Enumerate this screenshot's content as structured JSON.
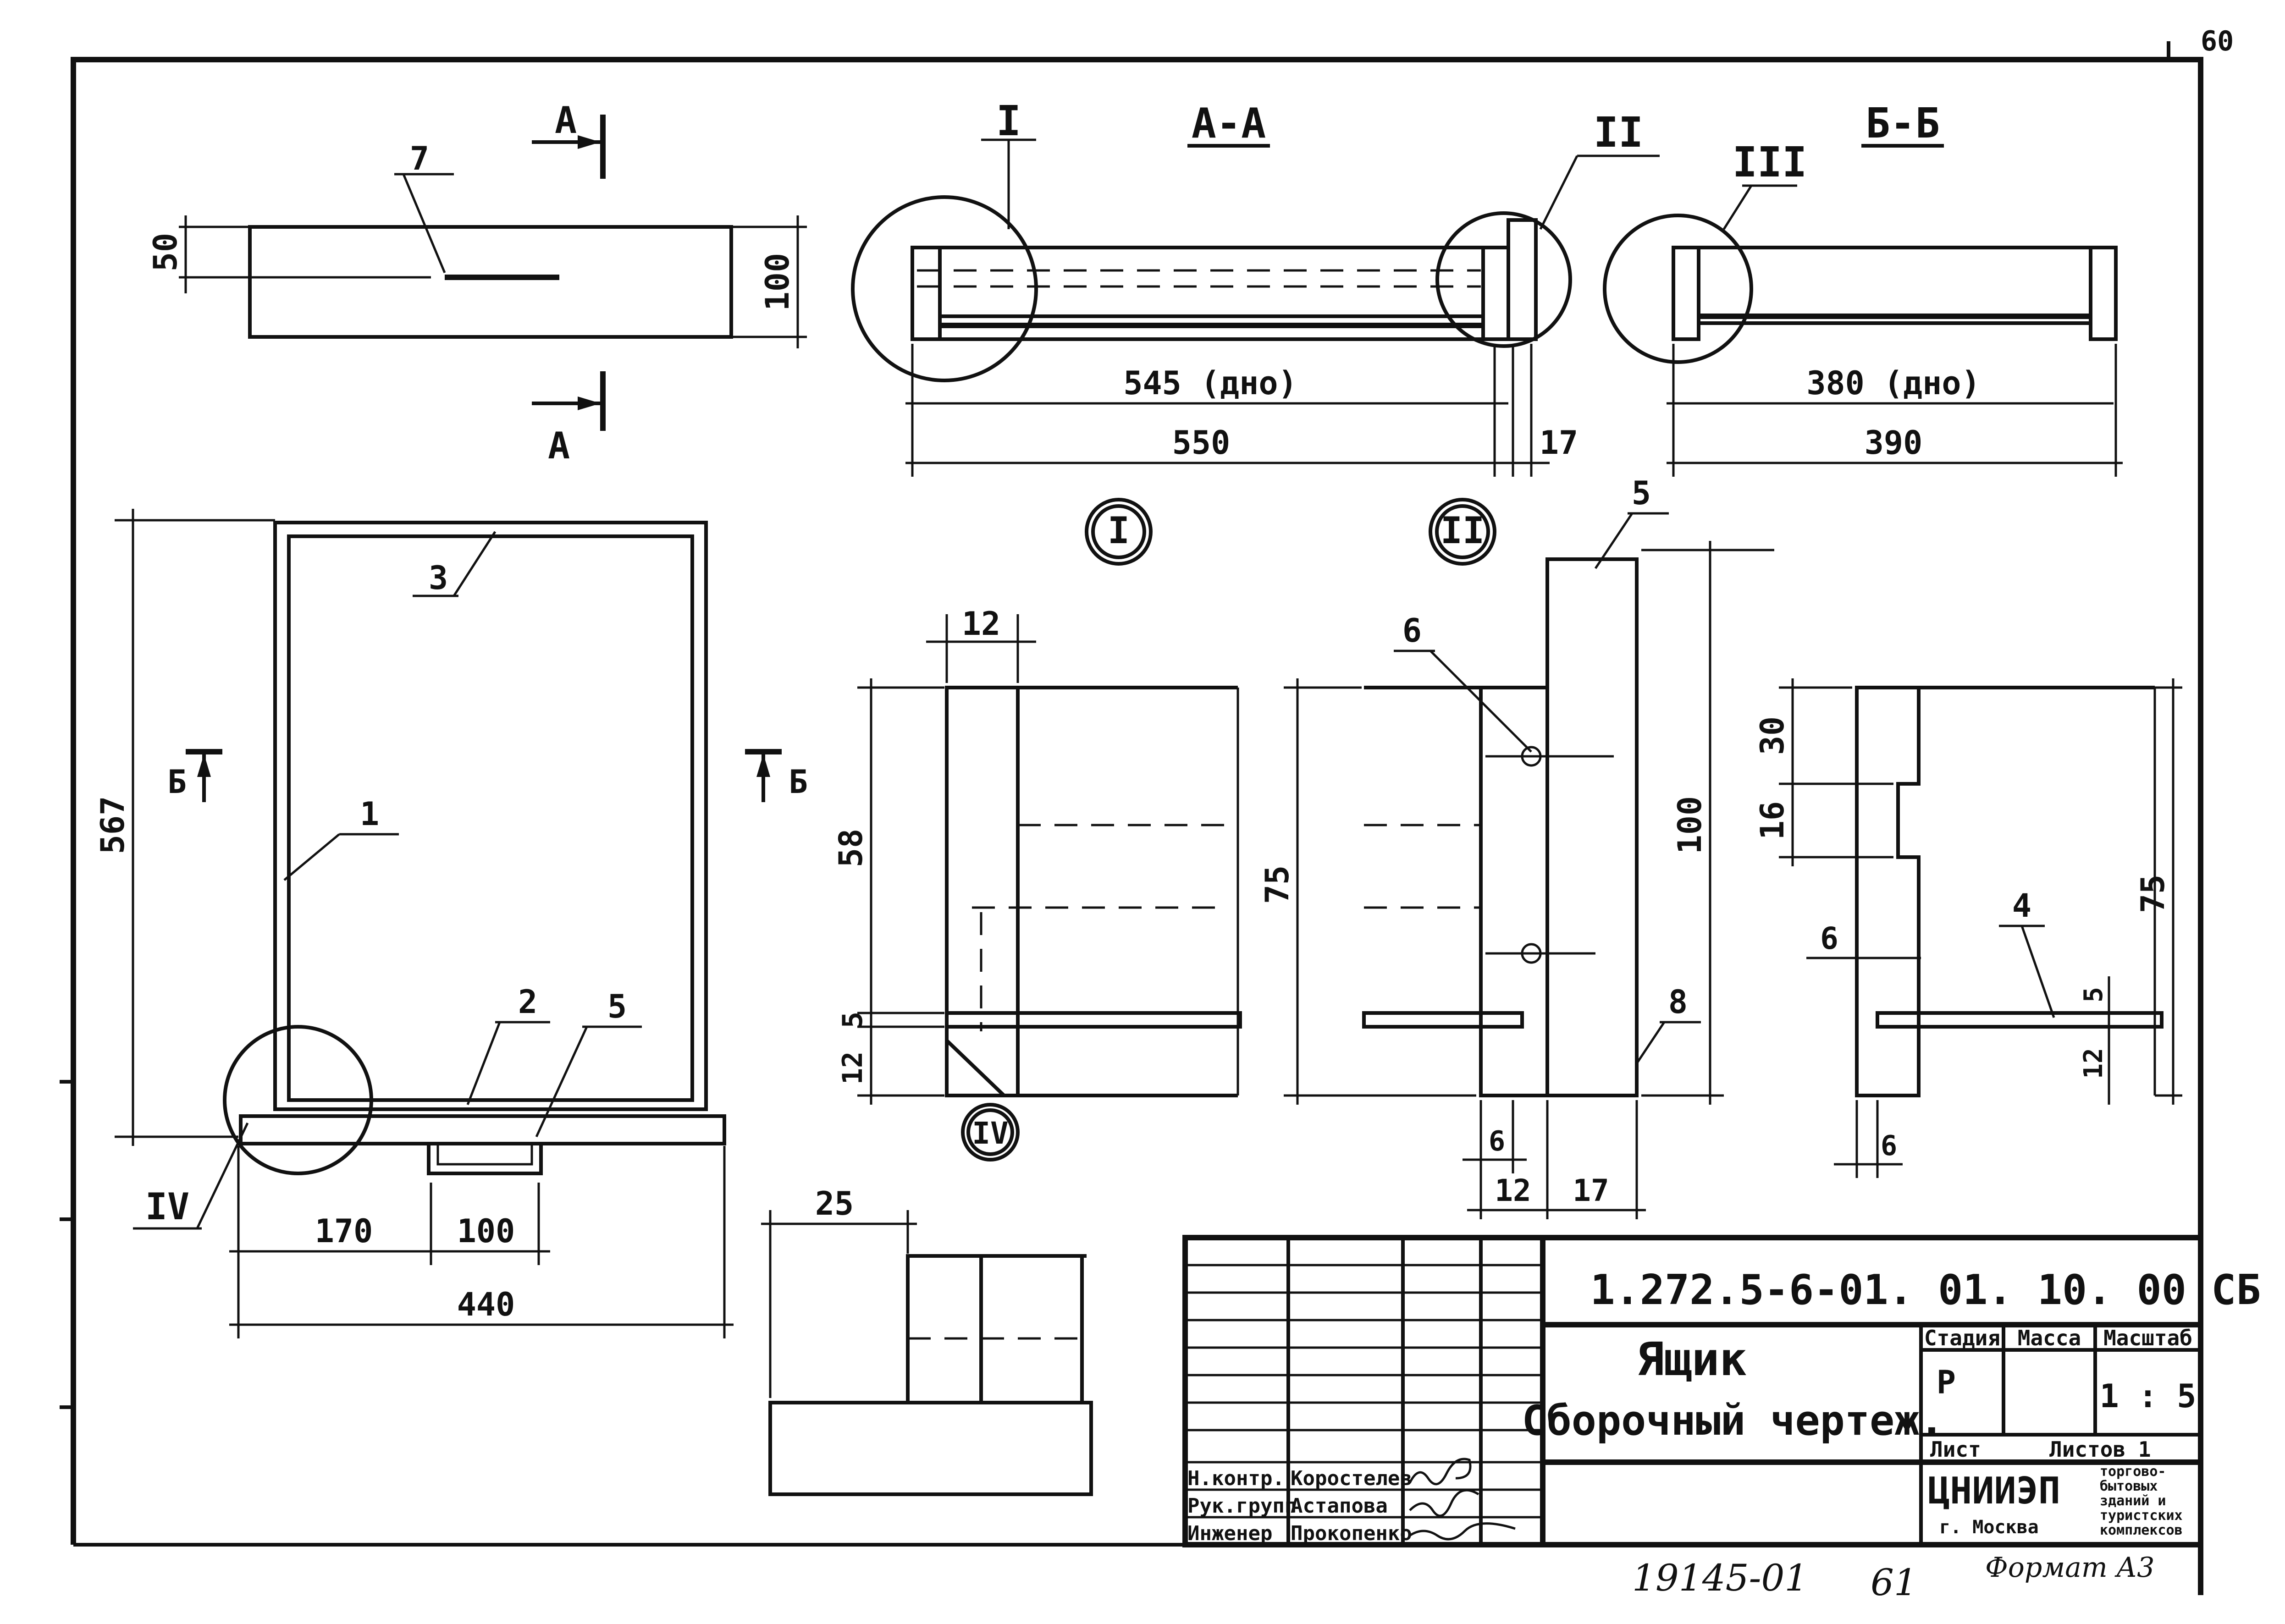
{
  "sheet": {
    "page_number_top": "60",
    "sheet_number": "61",
    "inventory": "19145-01",
    "format": "Формат А3"
  },
  "views": {
    "plan_small": {
      "dim_50": "50",
      "dim_100": "100",
      "pos_7": "7",
      "cut_a": "А"
    },
    "section_aa": {
      "title": "А-А",
      "mark_I": "I",
      "mark_II": "II",
      "dim_545": "545 (дно)",
      "dim_550": "550",
      "dim_17": "17"
    },
    "section_bb": {
      "title": "Б-Б",
      "mark_III": "III",
      "dim_380": "380 (дно)",
      "dim_390": "390"
    },
    "plan_main": {
      "dim_567": "567",
      "dim_170": "170",
      "dim_100": "100",
      "dim_440": "440",
      "pos_1": "1",
      "pos_2": "2",
      "pos_3": "3",
      "pos_5": "5",
      "mark_IV": "IV",
      "cut_b": "Б"
    },
    "detail_I": {
      "label": "I",
      "dim_12": "12",
      "dim_58": "58",
      "dim_5": "5",
      "dim_12b": "12",
      "mark_IV": "IV"
    },
    "detail_II": {
      "label": "II",
      "pos_5": "5",
      "pos_6": "6",
      "pos_8": "8",
      "dim_75": "75",
      "dim_100": "100",
      "dim_6": "6",
      "dim_12": "12",
      "dim_17": "17"
    },
    "detail_III": {
      "dim_30": "30",
      "dim_16": "16",
      "dim_6": "6",
      "dim_75": "75",
      "dim_5": "5",
      "dim_12": "12",
      "dim_6b": "6",
      "pos_4": "4"
    },
    "detail_IV": {
      "dim_25": "25"
    }
  },
  "title_block": {
    "doc_code": "1.272.5-6-01. 01. 10. 00 СБ",
    "name_line1": "Ящик",
    "name_line2": "Сборочный чертеж.",
    "hdr_stage": "Стадия",
    "hdr_mass": "Масса",
    "hdr_scale": "Масштаб",
    "stage": "Р",
    "scale": "1 : 5",
    "sheet_label": "Лист",
    "sheets_label": "Листов 1",
    "org": "ЦНИИЭП",
    "city": "г. Москва",
    "org_desc": [
      "торгово-",
      "бытовых",
      "зданий и",
      "туристских",
      "комплексов"
    ],
    "roles": [
      {
        "role": "Н.контр.",
        "name": "Коростелев"
      },
      {
        "role": "Рук.групп",
        "name": "Астапова"
      },
      {
        "role": "Инженер",
        "name": "Прокопенко"
      }
    ]
  }
}
